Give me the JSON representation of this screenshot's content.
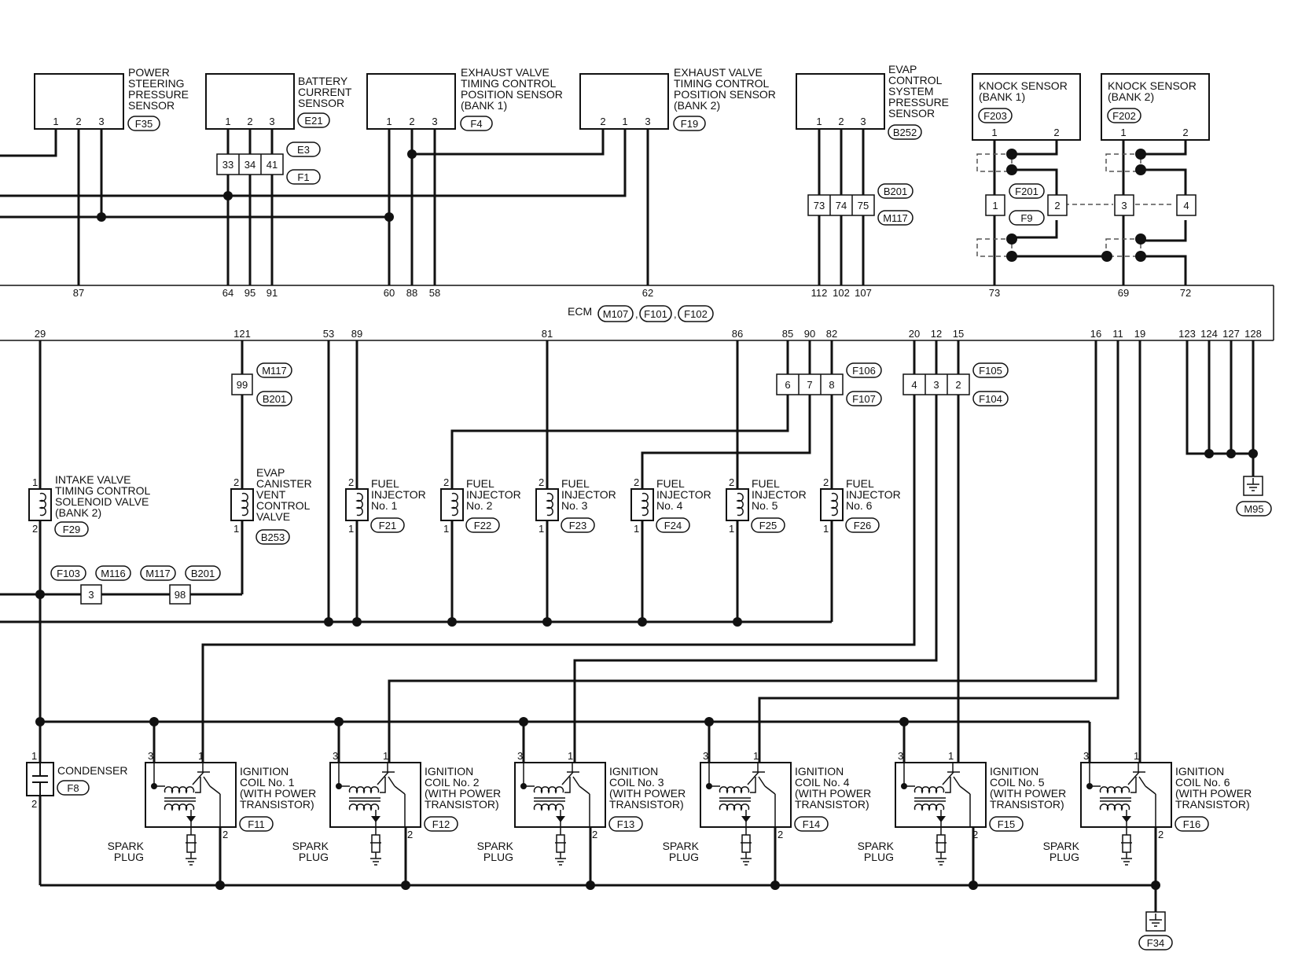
{
  "sensors": [
    {
      "id": "ps",
      "name": [
        "POWER",
        "STEERING",
        "PRESSURE",
        "SENSOR"
      ],
      "connector": "F35",
      "pins": [
        "1",
        "2",
        "3"
      ]
    },
    {
      "id": "bc",
      "name": [
        "BATTERY",
        "CURRENT",
        "SENSOR"
      ],
      "connector": "E21",
      "pins": [
        "1",
        "2",
        "3"
      ]
    },
    {
      "id": "ev1",
      "name": [
        "EXHAUST VALVE",
        "TIMING CONTROL",
        "POSITION SENSOR",
        "(BANK 1)"
      ],
      "connector": "F4",
      "pins": [
        "1",
        "2",
        "3"
      ]
    },
    {
      "id": "ev2",
      "name": [
        "EXHAUST VALVE",
        "TIMING CONTROL",
        "POSITION SENSOR",
        "(BANK 2)"
      ],
      "connector": "F19",
      "pins": [
        "2",
        "1",
        "3"
      ]
    },
    {
      "id": "evap",
      "name": [
        "EVAP",
        "CONTROL",
        "SYSTEM",
        "PRESSURE",
        "SENSOR"
      ],
      "connector": "B252",
      "pins": [
        "1",
        "2",
        "3"
      ]
    },
    {
      "id": "ks1",
      "name": [
        "KNOCK SENSOR",
        "(BANK 1)"
      ],
      "connector": "F203",
      "pins": [
        "1",
        "2"
      ]
    },
    {
      "id": "ks2",
      "name": [
        "KNOCK SENSOR",
        "(BANK 2)"
      ],
      "connector": "F202",
      "pins": [
        "1",
        "2"
      ]
    }
  ],
  "joints": [
    {
      "id": "e3f1",
      "cells": [
        "33",
        "34",
        "41"
      ],
      "tags": [
        "E3",
        "F1"
      ]
    },
    {
      "id": "b201",
      "cells": [
        "73",
        "74",
        "75"
      ],
      "tags": [
        "B201",
        "M117"
      ]
    },
    {
      "id": "f201",
      "cells": [
        "1",
        "2",
        "3",
        "4"
      ],
      "tags": [
        "F201",
        "F9"
      ]
    },
    {
      "id": "m117",
      "cells": [
        "99"
      ],
      "tags": [
        "M117",
        "B201"
      ]
    },
    {
      "id": "f106",
      "cells": [
        "6",
        "7",
        "8"
      ],
      "tags": [
        "F106",
        "F107"
      ]
    },
    {
      "id": "f105",
      "cells": [
        "4",
        "3",
        "2"
      ],
      "tags": [
        "F105",
        "F104"
      ]
    },
    {
      "id": "lower",
      "cells": [
        "3",
        "98"
      ],
      "tags": [
        "F103",
        "M116",
        "M117",
        "B201"
      ]
    }
  ],
  "ecm": {
    "label": "ECM",
    "connectors": [
      "M107",
      "F101",
      "F102"
    ],
    "top_pins": [
      "87",
      "64",
      "95",
      "91",
      "60",
      "88",
      "58",
      "62",
      "112",
      "102",
      "107",
      "73",
      "69",
      "72"
    ],
    "bottom_pins": [
      "29",
      "121",
      "53",
      "89",
      "81",
      "86",
      "85",
      "90",
      "82",
      "20",
      "12",
      "15",
      "16",
      "11",
      "19",
      "123",
      "124",
      "127",
      "128"
    ]
  },
  "solenoids": [
    {
      "name": [
        "INTAKE VALVE",
        "TIMING CONTROL",
        "SOLENOID VALVE",
        "(BANK 2)"
      ],
      "connector": "F29",
      "pins": [
        "1",
        "2"
      ]
    },
    {
      "name": [
        "EVAP",
        "CANISTER",
        "VENT",
        "CONTROL",
        "VALVE"
      ],
      "connector": "B253",
      "pins": [
        "2",
        "1"
      ]
    }
  ],
  "injectors": [
    {
      "name": [
        "FUEL",
        "INJECTOR",
        "No. 1"
      ],
      "connector": "F21",
      "pins": [
        "2",
        "1"
      ]
    },
    {
      "name": [
        "FUEL",
        "INJECTOR",
        "No. 2"
      ],
      "connector": "F22",
      "pins": [
        "2",
        "1"
      ]
    },
    {
      "name": [
        "FUEL",
        "INJECTOR",
        "No. 3"
      ],
      "connector": "F23",
      "pins": [
        "2",
        "1"
      ]
    },
    {
      "name": [
        "FUEL",
        "INJECTOR",
        "No. 4"
      ],
      "connector": "F24",
      "pins": [
        "2",
        "1"
      ]
    },
    {
      "name": [
        "FUEL",
        "INJECTOR",
        "No. 5"
      ],
      "connector": "F25",
      "pins": [
        "2",
        "1"
      ]
    },
    {
      "name": [
        "FUEL",
        "INJECTOR",
        "No. 6"
      ],
      "connector": "F26",
      "pins": [
        "2",
        "1"
      ]
    }
  ],
  "ignition_coils": [
    {
      "name": [
        "IGNITION",
        "COIL No. 1",
        "(WITH POWER",
        "TRANSISTOR)"
      ],
      "connector": "F11",
      "pins": [
        "3",
        "1",
        "2"
      ]
    },
    {
      "name": [
        "IGNITION",
        "COIL No. 2",
        "(WITH POWER",
        "TRANSISTOR)"
      ],
      "connector": "F12",
      "pins": [
        "3",
        "1",
        "2"
      ]
    },
    {
      "name": [
        "IGNITION",
        "COIL No. 3",
        "(WITH POWER",
        "TRANSISTOR)"
      ],
      "connector": "F13",
      "pins": [
        "3",
        "1",
        "2"
      ]
    },
    {
      "name": [
        "IGNITION",
        "COIL No. 4",
        "(WITH POWER",
        "TRANSISTOR)"
      ],
      "connector": "F14",
      "pins": [
        "3",
        "1",
        "2"
      ]
    },
    {
      "name": [
        "IGNITION",
        "COIL No. 5",
        "(WITH POWER",
        "TRANSISTOR)"
      ],
      "connector": "F15",
      "pins": [
        "3",
        "1",
        "2"
      ]
    },
    {
      "name": [
        "IGNITION",
        "COIL No. 6",
        "(WITH POWER",
        "TRANSISTOR)"
      ],
      "connector": "F16",
      "pins": [
        "3",
        "1",
        "2"
      ]
    }
  ],
  "spark_plug_label": [
    "SPARK",
    "PLUG"
  ],
  "condenser": {
    "name": "CONDENSER",
    "connector": "F8",
    "pins": [
      "1",
      "2"
    ]
  },
  "grounds": [
    "M95",
    "F34"
  ],
  "colors": {
    "line": "#111111",
    "dashed": "#555555",
    "background": "#ffffff"
  }
}
